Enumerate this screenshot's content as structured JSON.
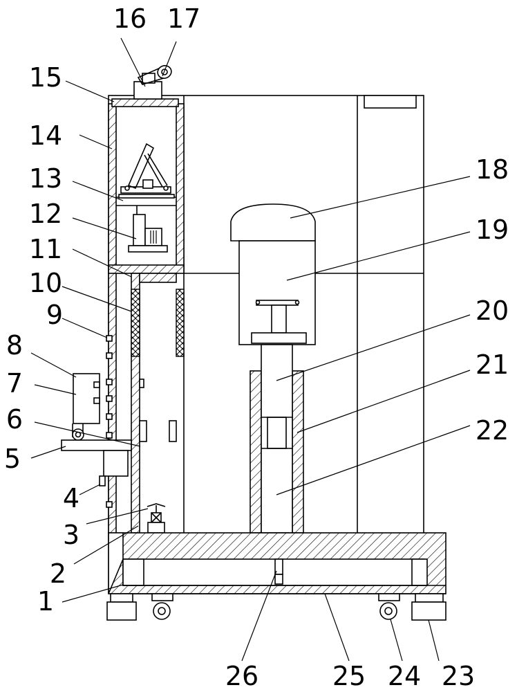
{
  "labels": [
    "1",
    "2",
    "3",
    "4",
    "5",
    "6",
    "7",
    "8",
    "9",
    "10",
    "11",
    "12",
    "13",
    "14",
    "15",
    "16",
    "17",
    "18",
    "19",
    "20",
    "21",
    "22",
    "23",
    "24",
    "25",
    "26"
  ],
  "colors": {
    "line": "#000000",
    "background": "#ffffff"
  }
}
